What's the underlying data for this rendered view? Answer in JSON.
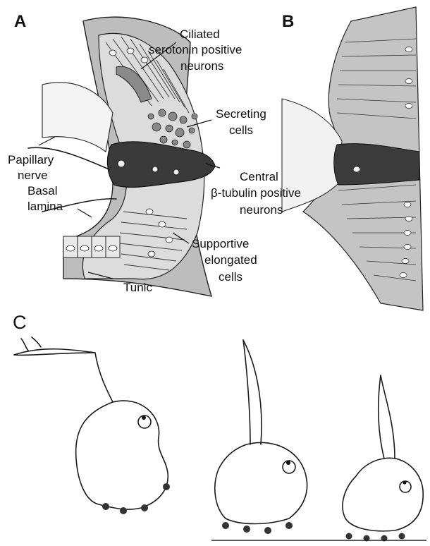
{
  "panels": {
    "a": "A",
    "b": "B",
    "c": "C"
  },
  "labels": {
    "ciliated_1": "Ciliated",
    "ciliated_2": "serotonin positive",
    "ciliated_3": "neurons",
    "secreting_1": "Secreting",
    "secreting_2": "cells",
    "papillary_1": "Papillary",
    "papillary_2": "nerve",
    "central_1": "Central",
    "central_2": "β-tubulin positive",
    "central_3": "neurons",
    "basal_1": "Basal",
    "basal_2": "lamina",
    "supportive_1": "Supportive",
    "supportive_2": "elongated",
    "supportive_3": "cells",
    "tunic": "Tunic"
  },
  "colors": {
    "tunic": "#b9b9b9",
    "cells_light": "#d9d9d9",
    "cells_mid": "#a8a8a8",
    "cells_dark": "#7a7a7a",
    "central_band": "#3a3a3a",
    "nucleus": "#f2f2f2",
    "ink": "#1a1a1a"
  }
}
